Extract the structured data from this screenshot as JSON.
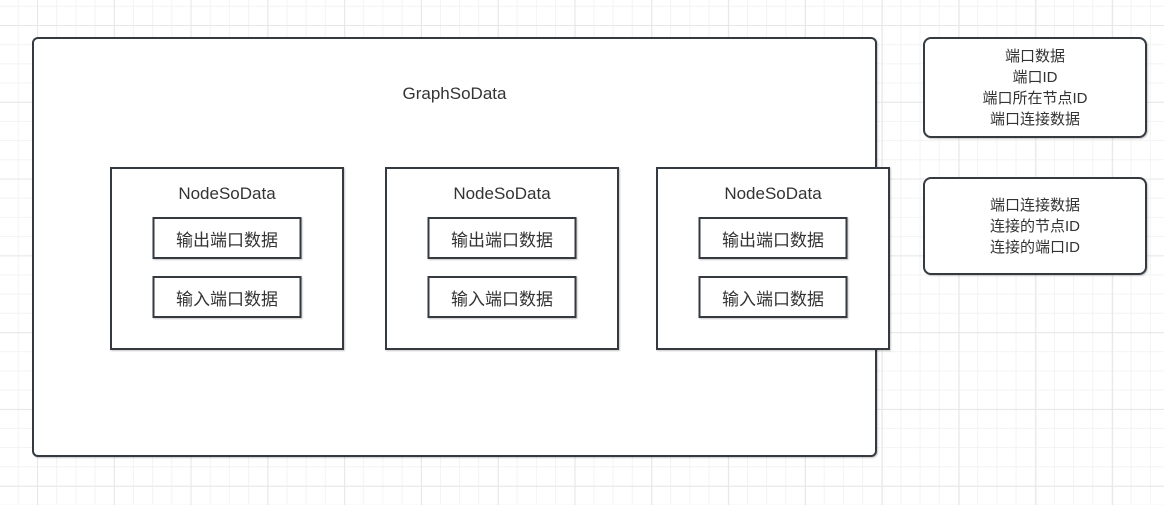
{
  "graph": {
    "title": "GraphSoData",
    "nodes": [
      {
        "title": "NodeSoData",
        "ports": [
          "输出端口数据",
          "输入端口数据"
        ]
      },
      {
        "title": "NodeSoData",
        "ports": [
          "输出端口数据",
          "输入端口数据"
        ]
      },
      {
        "title": "NodeSoData",
        "ports": [
          "输出端口数据",
          "输入端口数据"
        ]
      }
    ]
  },
  "notes": [
    {
      "lines": [
        "端口数据",
        "端口ID",
        "端口所在节点ID",
        "端口连接数据"
      ]
    },
    {
      "lines": [
        "端口连接数据",
        "连接的节点ID",
        "连接的端口ID"
      ]
    }
  ],
  "colors": {
    "stroke": "#343a40",
    "text": "#333333",
    "shape_fill": "#ffffff",
    "grid_minor": "#f3f3f3",
    "grid_major": "#e7e7e7",
    "background": "#ffffff"
  }
}
